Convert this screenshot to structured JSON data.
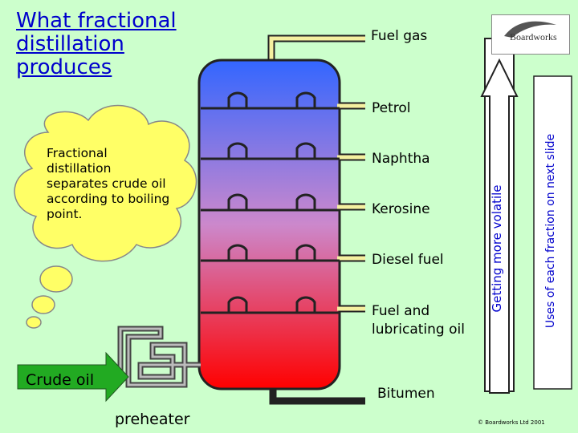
{
  "title": "What fractional distillation produces",
  "bubble_text": "Fractional distillation separates crude oil according to boiling point.",
  "fractions": [
    "Fuel gas",
    "Petrol",
    "Naphtha",
    "Kerosine",
    "Diesel fuel",
    "Fuel and lubricating oil",
    "Bitumen"
  ],
  "crude_oil_label": "Crude oil",
  "preheater_label": "preheater",
  "volatility_label": "Getting more volatile",
  "uses_label": "Uses of each fraction on next slide",
  "logo_text": "Boardworks",
  "copyright": "© Boardworks Ltd 2001",
  "colors": {
    "background": "#ccffcc",
    "title": "#0000cc",
    "column_top": "#3366ff",
    "column_bottom": "#ff0000",
    "pipe": "#f5f0a0",
    "bubble": "#ffff66"
  }
}
